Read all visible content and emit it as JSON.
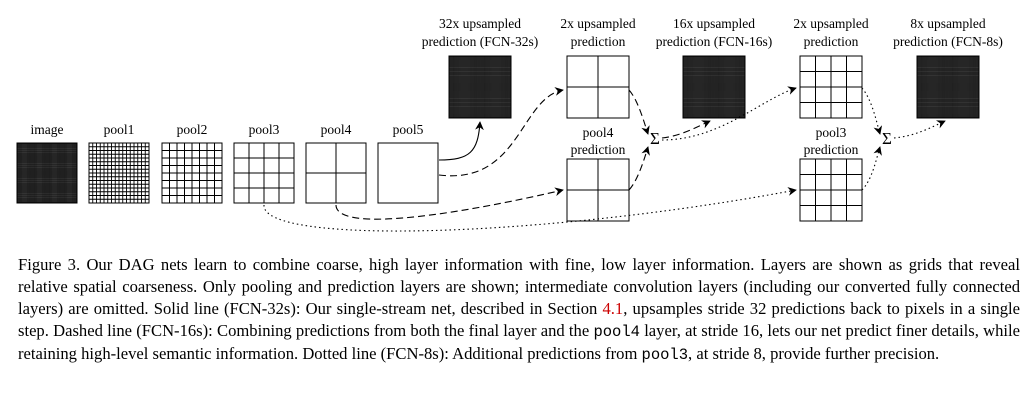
{
  "figure": {
    "layer_labels": {
      "image": "image",
      "pool1": "pool1",
      "pool2": "pool2",
      "pool3": "pool3",
      "pool4": "pool4",
      "pool5": "pool5"
    },
    "top_labels": {
      "fcn32_line1": "32x upsampled",
      "fcn32_line2": "prediction (FCN-32s)",
      "up2a_line1": "2x upsampled",
      "up2a_line2": "prediction",
      "fcn16_line1": "16x upsampled",
      "fcn16_line2": "prediction (FCN-16s)",
      "up2b_line1": "2x upsampled",
      "up2b_line2": "prediction",
      "fcn8_line1": "8x upsampled",
      "fcn8_line2": "prediction (FCN-8s)"
    },
    "mid_labels": {
      "pool4pred_line1": "pool4",
      "pool4pred_line2": "prediction",
      "pool3pred_line1": "pool3",
      "pool3pred_line2": "prediction"
    },
    "sum_symbol": "Σ"
  },
  "caption": {
    "p1": "Figure 3.  Our DAG nets learn to combine coarse, high layer information with fine, low layer information. Layers are shown as grids that reveal relative spatial coarseness. Only pooling and prediction layers are shown; intermediate convolution layers (including our converted fully connected layers) are omitted. Solid line (FCN-32s): Our single-stream net, described in Section ",
    "ref": "4.1",
    "p2": ", upsamples stride 32 predictions back to pixels in a single step. Dashed line (FCN-16s): Combining predictions from both the final layer and the ",
    "code1": "pool4",
    "p3": " layer, at stride 16, lets our net predict finer details, while retaining high-level semantic information. Dotted line (FCN-8s): Additional predictions from ",
    "code2": "pool3",
    "p4": ", at stride 8, provide further precision."
  }
}
